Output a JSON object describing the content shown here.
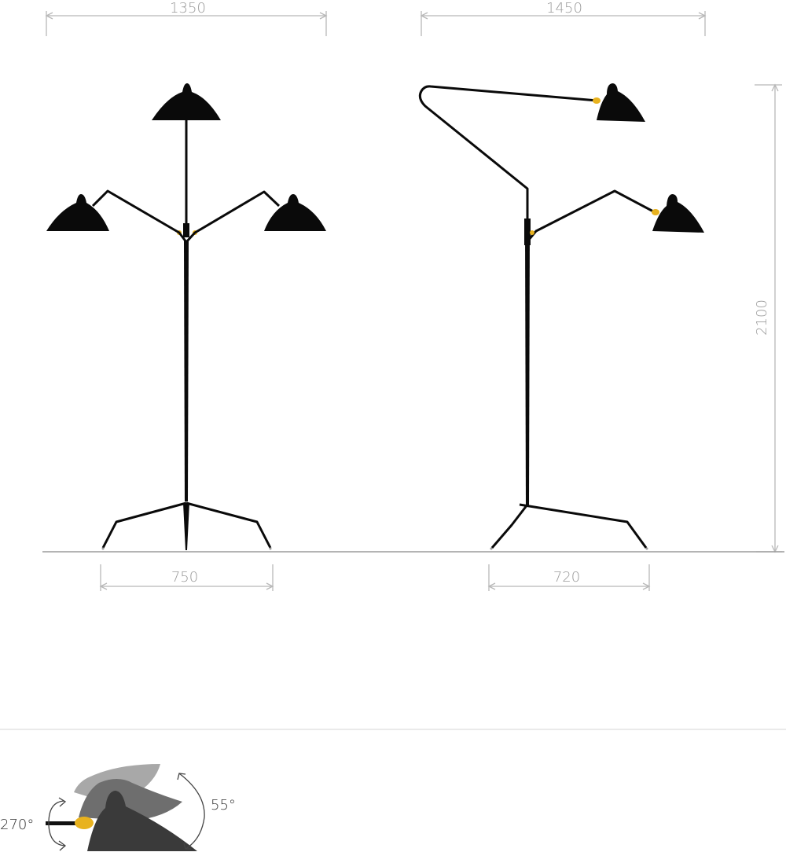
{
  "dimensions": {
    "left_width_top": "1350",
    "right_width_top": "1450",
    "left_base": "750",
    "right_base": "720",
    "height": "2100"
  },
  "rotation_detail": {
    "swivel_label": "270°",
    "tilt_label": "55°"
  },
  "colors": {
    "lamp": "#0a0a0a",
    "brass": "#e8b21e",
    "dimension_line": "#b8b8b8",
    "dimension_text": "#9a9a9a",
    "floor": "#9c9c9c",
    "divider": "#dddddd",
    "label_text": "#333333"
  }
}
